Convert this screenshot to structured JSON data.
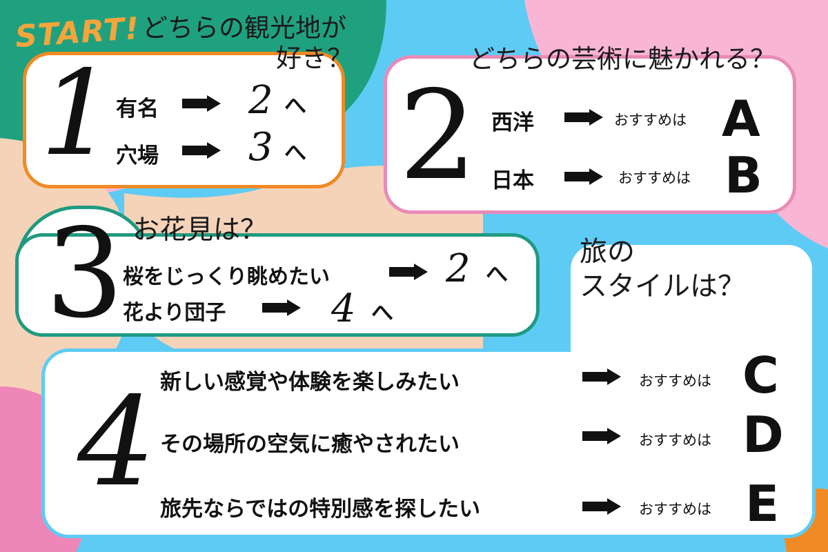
{
  "colors": {
    "green": "#1fa17f",
    "pink": "#f9b5d4",
    "sky": "#5ecbf5",
    "peach": "#f5d3b8",
    "orange": "#f08a24",
    "hotpink": "#ee87b8",
    "teal_border": "#1f9a80"
  },
  "start_label": "START!",
  "q1": {
    "number": "1",
    "question_line1": "どちらの観光地が",
    "question_line2": "好き？",
    "options": [
      {
        "label": "有名",
        "target": "2",
        "suffix": "へ"
      },
      {
        "label": "穴場",
        "target": "3",
        "suffix": "へ"
      }
    ]
  },
  "q2": {
    "number": "2",
    "question": "どちらの芸術に魅かれる？",
    "options": [
      {
        "label": "西洋",
        "rec": "おすすめは",
        "result": "A"
      },
      {
        "label": "日本",
        "rec": "おすすめは",
        "result": "B"
      }
    ]
  },
  "q3": {
    "number": "3",
    "question": "お花見は？",
    "options": [
      {
        "label": "桜をじっくり眺めたい",
        "target": "2",
        "suffix": "へ"
      },
      {
        "label": "花より団子",
        "target": "4",
        "suffix": "へ"
      }
    ]
  },
  "q4": {
    "number": "4",
    "question_line1": "旅の",
    "question_line2": "スタイルは？",
    "options": [
      {
        "label": "新しい感覚や体験を楽しみたい",
        "rec": "おすすめは",
        "result": "C"
      },
      {
        "label": "その場所の空気に癒やされたい",
        "rec": "おすすめは",
        "result": "D"
      },
      {
        "label": "旅先ならではの特別感を探したい",
        "rec": "おすすめは",
        "result": "E"
      }
    ]
  }
}
